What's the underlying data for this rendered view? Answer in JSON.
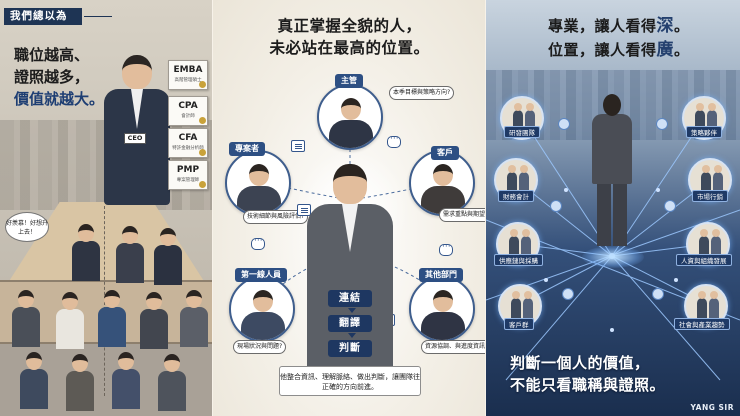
{
  "left": {
    "tag": "我們總以為",
    "headline": [
      "職位越高、",
      "證照越多，",
      "價值就越大。"
    ],
    "ceo_badge": "CEO",
    "certificates": [
      {
        "title": "EMBA",
        "sub": "高階管理碩士"
      },
      {
        "title": "CPA",
        "sub": "會計師"
      },
      {
        "title": "CFA",
        "sub": "特許金融分析師"
      },
      {
        "title": "PMP",
        "sub": "專案管理師"
      }
    ],
    "bubble": "好羨慕！好想升上去！"
  },
  "middle": {
    "headline": [
      "真正掌握全貌的人，",
      "未必站在最高的位置。"
    ],
    "nodes": [
      {
        "label": "主管",
        "bubble": "本季目標與策略方向?"
      },
      {
        "label": "專案者",
        "bubble": "技術細節與風險評估?"
      },
      {
        "label": "客戶",
        "bubble": "需求重點與期望?"
      },
      {
        "label": "第一線人員",
        "bubble": "現場狀況與問題?"
      },
      {
        "label": "其他部門",
        "bubble": "資源協調、與進度資訊?"
      }
    ],
    "actions": [
      "連結",
      "翻譯",
      "判斷"
    ],
    "footer": "他整合資訊、理解脈絡、做出判斷，讓團隊往正確的方向前進。"
  },
  "right": {
    "headline_1_pre": "專業，讓人看得",
    "headline_1_hl": "深",
    "headline_2_pre": "位置，讓人看得",
    "headline_2_hl": "廣",
    "nodes": [
      {
        "label": "研發團隊"
      },
      {
        "label": "策略夥伴"
      },
      {
        "label": "財務會計"
      },
      {
        "label": "市場行銷"
      },
      {
        "label": "供應鏈與採購"
      },
      {
        "label": "人資與組織發展"
      },
      {
        "label": "客戶群"
      },
      {
        "label": "社會與產業趨勢"
      }
    ],
    "footer": [
      "判斷一個人的價值，",
      "不能只看職稱與證照。"
    ],
    "signature": "YANG SIR"
  },
  "colors": {
    "navy": "#1e3454",
    "accent_blue": "#2d4f83",
    "cream": "#f5efe4"
  }
}
